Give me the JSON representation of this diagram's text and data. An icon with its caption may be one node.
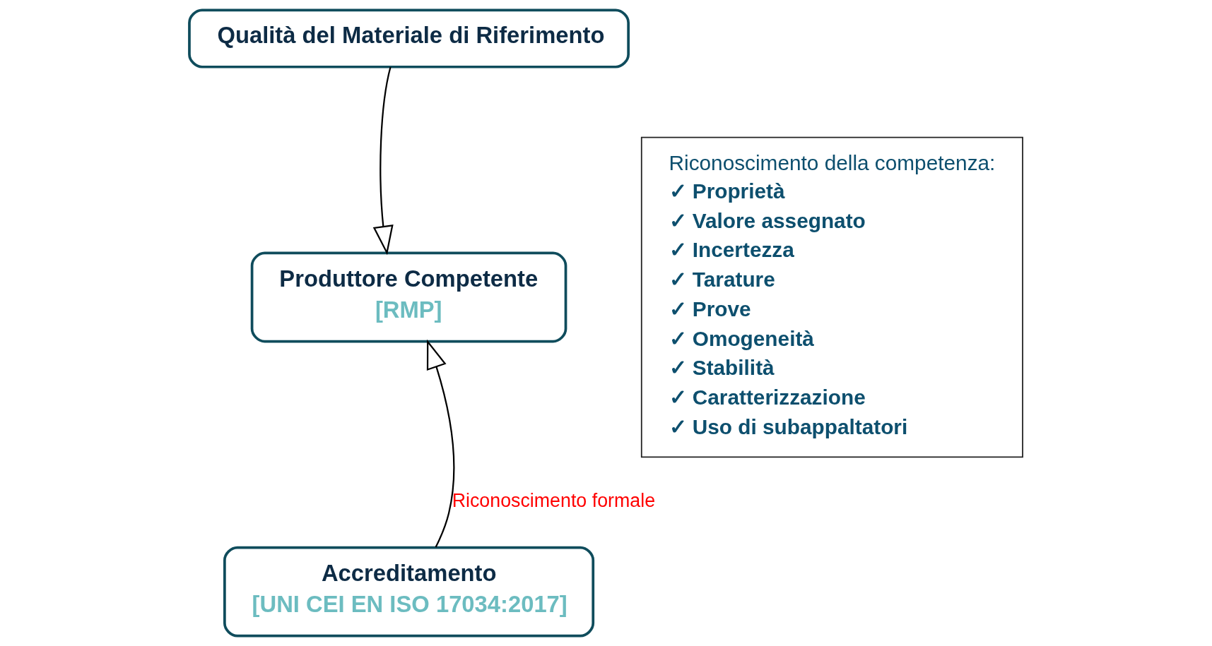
{
  "diagram": {
    "nodes": [
      {
        "text": [
          "Qualità del Materiale di Riferimento"
        ]
      },
      {
        "text": [
          "Produttore Competente",
          "[RMP]"
        ]
      },
      {
        "text": [
          "Accreditamento",
          "[UNI CEI EN ISO 17034:2017]"
        ]
      },
      {
        "text": [
          "Riconoscimento della competenza:",
          "✓ Proprietà",
          "✓ Valore assegnato",
          "✓ Incertezza",
          "✓ Tarature",
          "✓ Prove",
          "✓ Omogeneità",
          "✓ Stabilità",
          "✓ Caratterizzazione",
          "✓ Uso di subappaltatori"
        ]
      }
    ],
    "edges": [
      {
        "from": 0,
        "to": 1,
        "arrow": "to"
      },
      {
        "from": 2,
        "to": 1,
        "arrow": "to",
        "label": "Riconoscimento formale"
      }
    ]
  }
}
